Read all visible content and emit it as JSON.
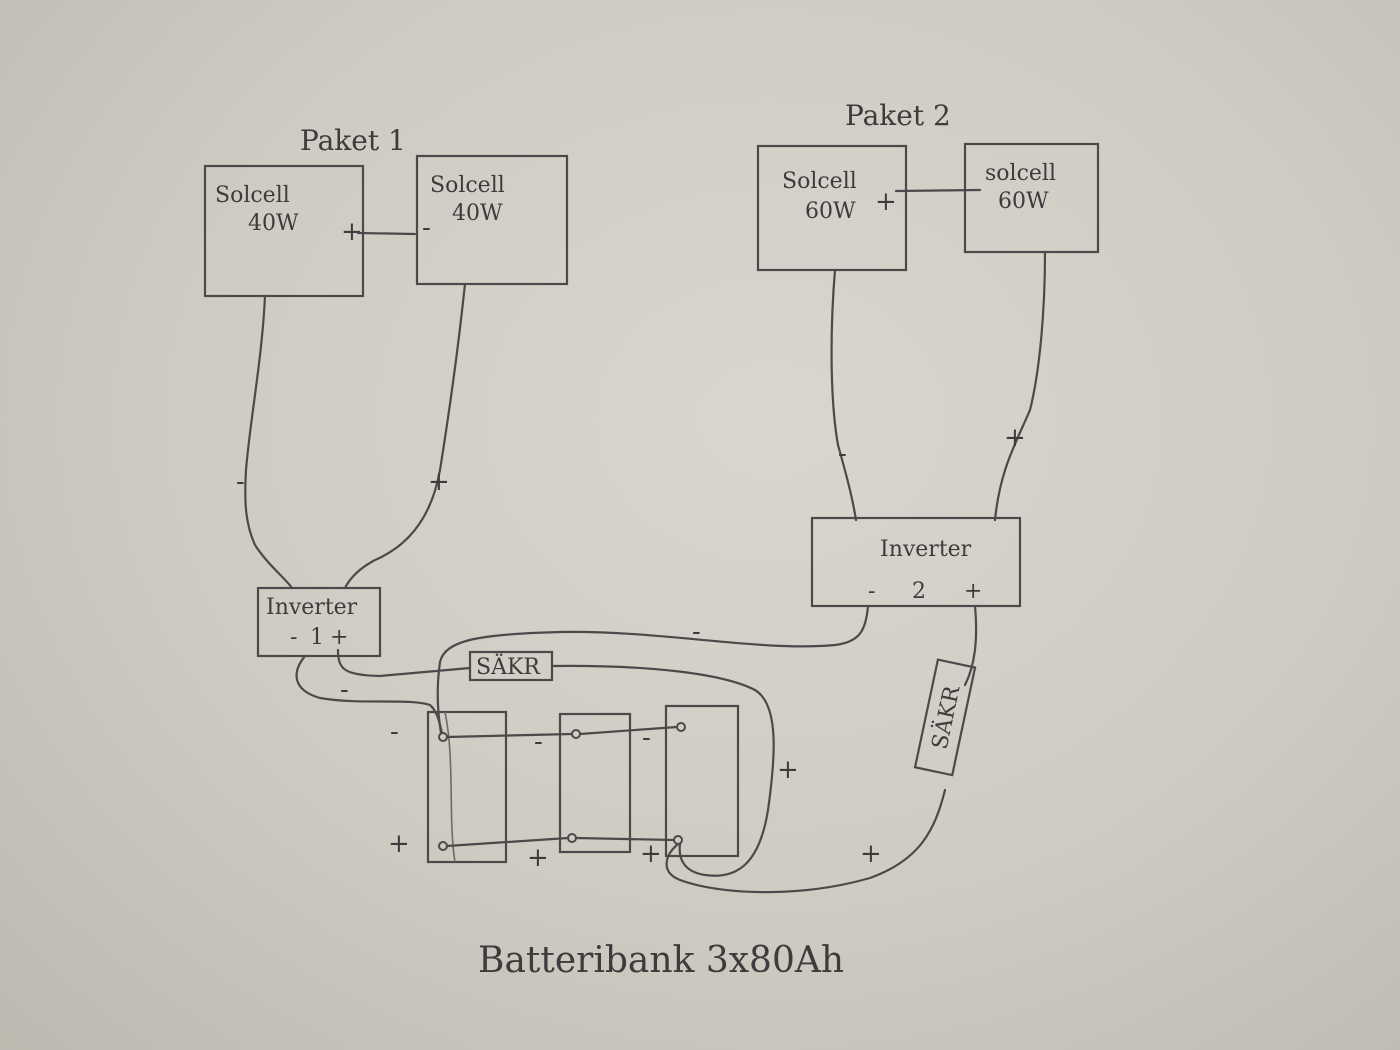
{
  "package1": {
    "title": "Paket 1",
    "panel_a": {
      "label": "Solcell",
      "watt": "40W",
      "plus": "+"
    },
    "panel_b": {
      "label": "Solcell",
      "watt": "40W",
      "minus": "-"
    },
    "wire_minus": "-",
    "wire_plus": "+"
  },
  "package2": {
    "title": "Paket 2",
    "panel_a": {
      "label": "Solcell",
      "watt": "60W",
      "plus": "+"
    },
    "panel_b": {
      "label": "solcell",
      "watt": "60W"
    },
    "wire_minus": "-",
    "wire_plus": "+"
  },
  "inverter1": {
    "label": "Inverter",
    "minus": "-",
    "number": "1",
    "plus": "+"
  },
  "inverter2": {
    "label": "Inverter",
    "minus": "-",
    "number": "2",
    "plus": "+"
  },
  "fuse1": {
    "label": "SÄKR"
  },
  "fuse2": {
    "label": "SÄKR"
  },
  "wires": {
    "inv2_minus_label": "-",
    "inv1_minus_label": "-",
    "fuse1_plus_label": "+",
    "fuse2_plus_label": "+"
  },
  "battery_bank": {
    "caption": "Batteribank 3x80Ah",
    "minus_left": "-",
    "plus_left": "+",
    "minus_between_12": "-",
    "minus_between_23": "-",
    "plus_between_12": "+",
    "plus_between_23": "+"
  }
}
